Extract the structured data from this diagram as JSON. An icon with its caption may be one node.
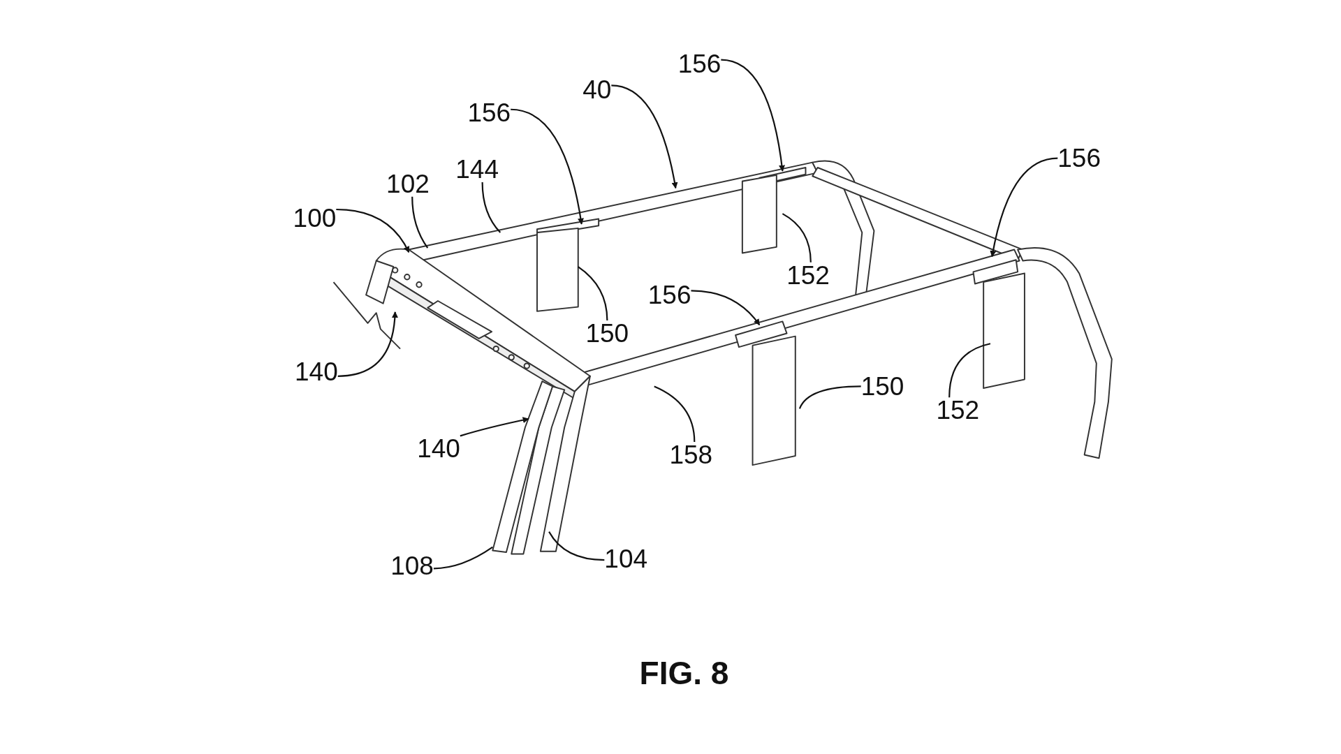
{
  "diagram": {
    "caption": "FIG. 8",
    "nodes": [
      {
        "text": [
          "156"
        ]
      },
      {
        "text": [
          "40"
        ]
      },
      {
        "text": [
          "156"
        ]
      },
      {
        "text": [
          "156"
        ]
      },
      {
        "text": [
          "102"
        ]
      },
      {
        "text": [
          "144"
        ]
      },
      {
        "text": [
          "100"
        ]
      },
      {
        "text": [
          "140"
        ]
      },
      {
        "text": [
          "140"
        ]
      },
      {
        "text": [
          "150"
        ]
      },
      {
        "text": [
          "152"
        ]
      },
      {
        "text": [
          "156"
        ]
      },
      {
        "text": [
          "150"
        ]
      },
      {
        "text": [
          "152"
        ]
      },
      {
        "text": [
          "158"
        ]
      },
      {
        "text": [
          "108"
        ]
      },
      {
        "text": [
          "104"
        ]
      }
    ],
    "edges": [
      {
        "from": 0,
        "to": null,
        "arrow": "to"
      },
      {
        "from": 1,
        "to": null,
        "arrow": "to"
      },
      {
        "from": 2,
        "to": null,
        "arrow": "to"
      },
      {
        "from": 3,
        "to": null,
        "arrow": "to"
      },
      {
        "from": 4,
        "to": null,
        "arrow": "none"
      },
      {
        "from": 5,
        "to": null,
        "arrow": "none"
      },
      {
        "from": 6,
        "to": null,
        "arrow": "to"
      },
      {
        "from": 7,
        "to": null,
        "arrow": "to"
      },
      {
        "from": 8,
        "to": null,
        "arrow": "to"
      },
      {
        "from": 9,
        "to": null,
        "arrow": "none"
      },
      {
        "from": 10,
        "to": null,
        "arrow": "none"
      },
      {
        "from": 11,
        "to": null,
        "arrow": "to"
      },
      {
        "from": 12,
        "to": null,
        "arrow": "none"
      },
      {
        "from": 13,
        "to": null,
        "arrow": "none"
      },
      {
        "from": 14,
        "to": null,
        "arrow": "none"
      },
      {
        "from": 15,
        "to": null,
        "arrow": "none"
      },
      {
        "from": 16,
        "to": null,
        "arrow": "none"
      }
    ]
  }
}
